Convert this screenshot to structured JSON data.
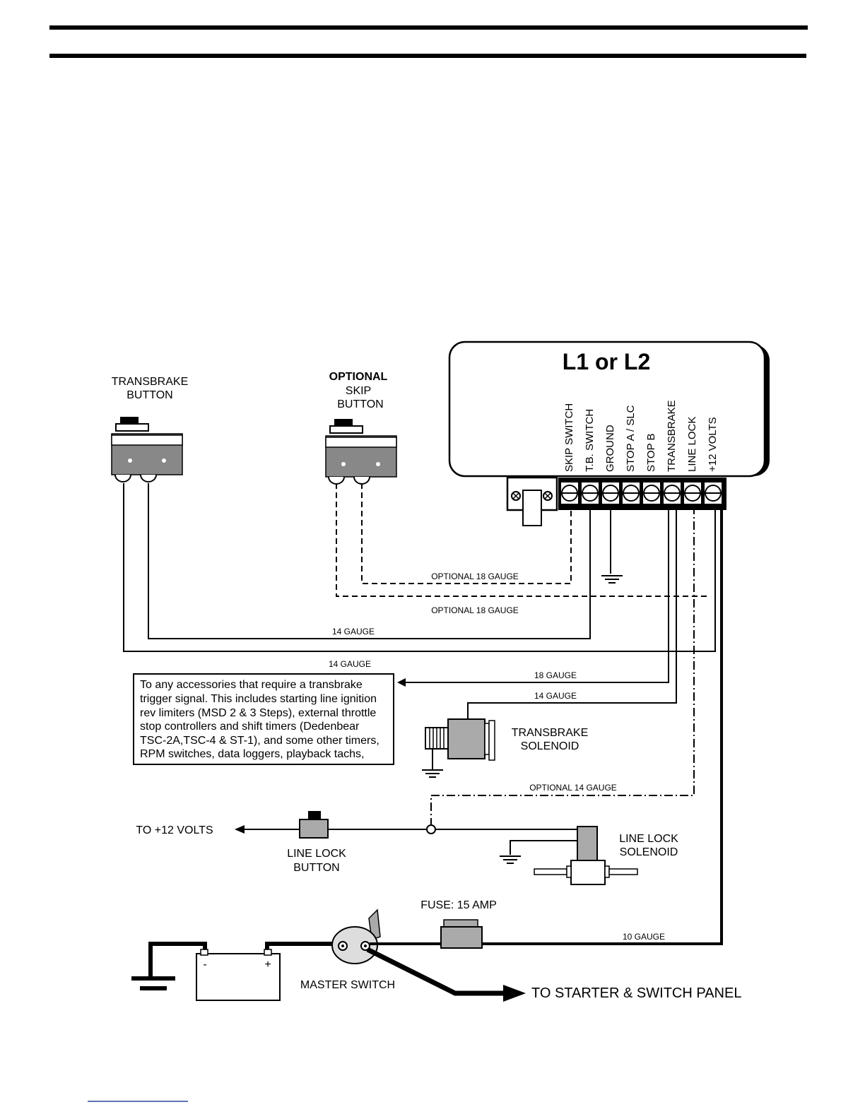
{
  "module": {
    "title": "L1 or L2",
    "terminals": [
      "SKIP SWITCH",
      "T.B. SWITCH",
      "GROUND",
      "STOP A / SLC",
      "STOP B",
      "TRANSBRAKE",
      "LINE LOCK",
      "+12 VOLTS"
    ]
  },
  "transbrake_button": {
    "line1": "TRANSBRAKE",
    "line2": "BUTTON"
  },
  "skip_button": {
    "line0": "OPTIONAL",
    "line1": "SKIP",
    "line2": "BUTTON"
  },
  "wires": {
    "opt18_a": "OPTIONAL 18 GAUGE",
    "opt18_b": "OPTIONAL 18 GAUGE",
    "g14_a": "14 GAUGE",
    "g14_b": "14 GAUGE",
    "g18": "18 GAUGE",
    "g14_c": "14 GAUGE",
    "opt14": "OPTIONAL 14 GAUGE",
    "g10": "10 GAUGE"
  },
  "accessory_note": [
    "To any accessories that require a transbrake",
    "trigger signal. This includes starting line ignition",
    "rev limiters (MSD 2 & 3 Steps), external throttle",
    "stop controllers and shift timers (Dedenbear",
    "TSC-2A,TSC-4 & ST-1), and some other timers,",
    "RPM switches, data loggers, playback tachs,"
  ],
  "transbrake_solenoid": {
    "line1": "TRANSBRAKE",
    "line2": "SOLENOID"
  },
  "to_12v": "TO +12 VOLTS",
  "line_lock_button": {
    "line1": "LINE LOCK",
    "line2": "BUTTON"
  },
  "line_lock_solenoid": {
    "line1": "LINE LOCK",
    "line2": "SOLENOID"
  },
  "fuse": "FUSE: 15 AMP",
  "battery": {
    "neg": "-",
    "pos": "+"
  },
  "master_switch": "MASTER SWITCH",
  "starter": "TO STARTER & SWITCH PANEL"
}
